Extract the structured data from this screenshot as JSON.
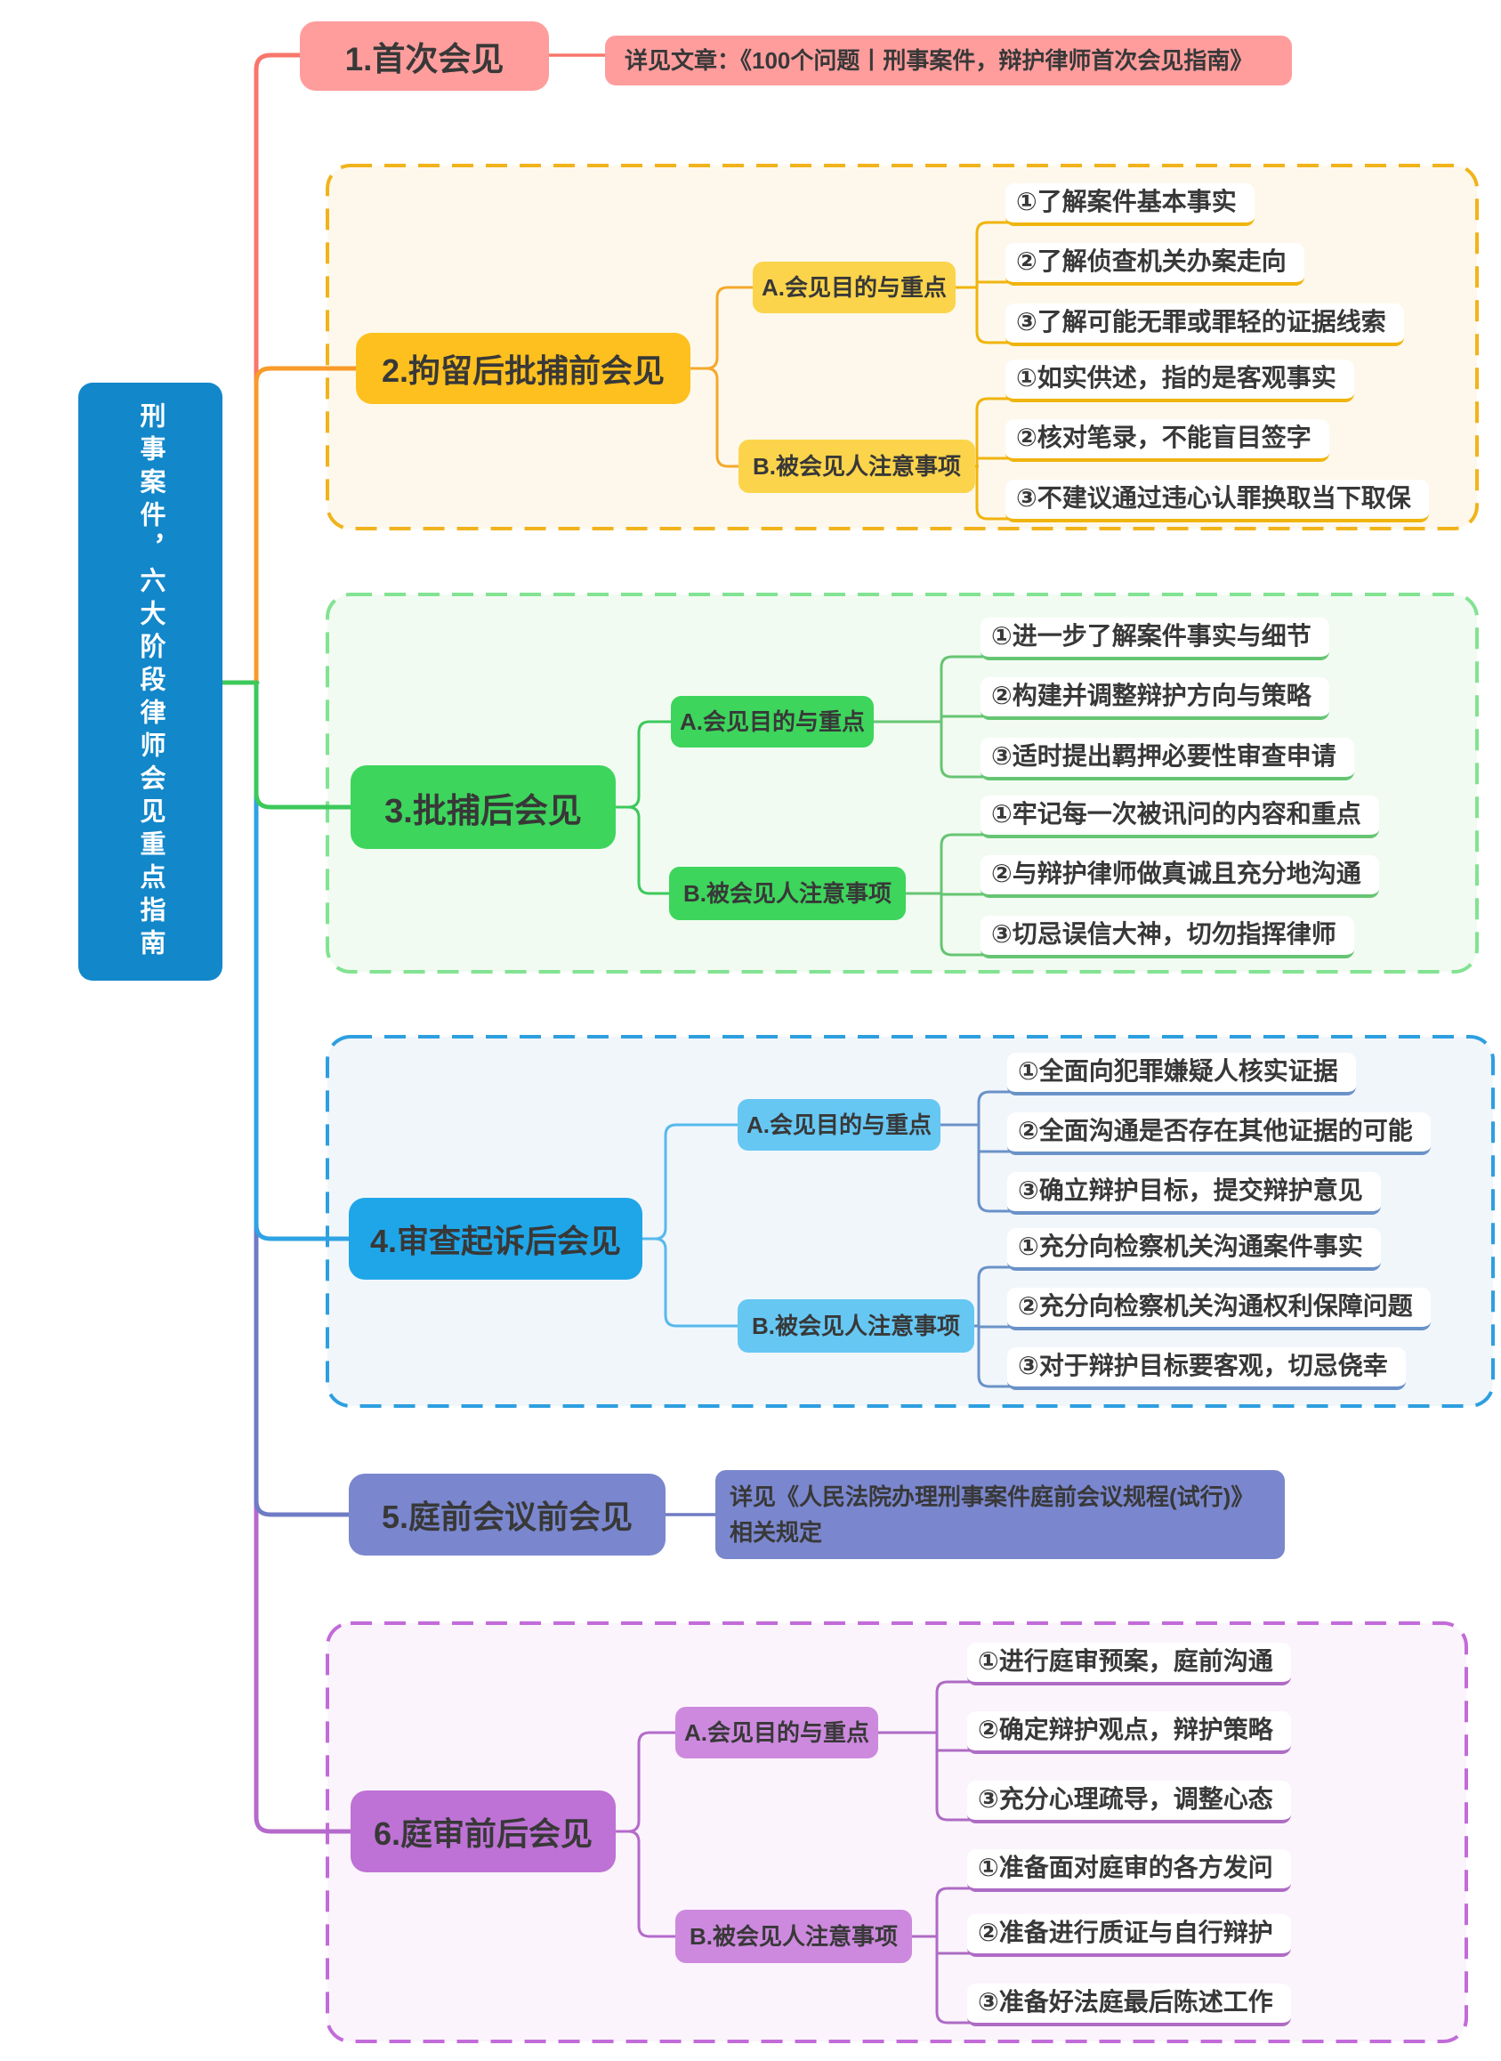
{
  "root": {
    "title": "刑事案件，六大阶段律师会见重点指南",
    "color": "#1287CA"
  },
  "colors": {
    "branch1": "#FF9D9D",
    "branch2_node": "#FDC01E",
    "branch2_section": "#FBD44B",
    "branch2_border": "#F1B31C",
    "branch2_bg": "#FDF8EB",
    "branch2_underline": "#F0B40E",
    "branch3_node": "#3DD55C",
    "branch3_border": "#82E392",
    "branch3_bg": "#F2FBF2",
    "branch3_underline": "#66C573",
    "branch4_node": "#1FA6E8",
    "branch4_section": "#66C7F3",
    "branch4_border": "#2D9FE0",
    "branch4_bg": "#F1F6FB",
    "branch4_underline": "#6A92C8",
    "branch5_node": "#7A86CD",
    "branch6_node": "#BE72D5",
    "branch6_section": "#CD89DE",
    "branch6_border": "#C26BD9",
    "branch6_bg": "#FBF4FC",
    "branch6_underline": "#AE6BC4"
  },
  "branches": [
    {
      "label": "1.首次会见",
      "note": "详见文章：《100个问题丨刑事案件，辩护律师首次会见指南》"
    },
    {
      "label": "2.拘留后批捕前会见",
      "sections": [
        {
          "label": "A.会见目的与重点",
          "items": [
            "①了解案件基本事实",
            "②了解侦查机关办案走向",
            "③了解可能无罪或罪轻的证据线索"
          ]
        },
        {
          "label": "B.被会见人注意事项",
          "items": [
            "①如实供述，指的是客观事实",
            "②核对笔录，不能盲目签字",
            "③不建议通过违心认罪换取当下取保"
          ]
        }
      ]
    },
    {
      "label": "3.批捕后会见",
      "sections": [
        {
          "label": "A.会见目的与重点",
          "items": [
            "①进一步了解案件事实与细节",
            "②构建并调整辩护方向与策略",
            "③适时提出羁押必要性审查申请"
          ]
        },
        {
          "label": "B.被会见人注意事项",
          "items": [
            "①牢记每一次被讯问的内容和重点",
            "②与辩护律师做真诚且充分地沟通",
            "③切忌误信大神，切勿指挥律师"
          ]
        }
      ]
    },
    {
      "label": "4.审查起诉后会见",
      "sections": [
        {
          "label": "A.会见目的与重点",
          "items": [
            "①全面向犯罪嫌疑人核实证据",
            "②全面沟通是否存在其他证据的可能",
            "③确立辩护目标，提交辩护意见"
          ]
        },
        {
          "label": "B.被会见人注意事项",
          "items": [
            "①充分向检察机关沟通案件事实",
            "②充分向检察机关沟通权利保障问题",
            "③对于辩护目标要客观，切忌侥幸"
          ]
        }
      ]
    },
    {
      "label": "5.庭前会议前会见",
      "note": "详见《人民法院办理刑事案件庭前会议规程(试行)》相关规定"
    },
    {
      "label": "6.庭审前后会见",
      "sections": [
        {
          "label": "A.会见目的与重点",
          "items": [
            "①进行庭审预案，庭前沟通",
            "②确定辩护观点，辩护策略",
            "③充分心理疏导，调整心态"
          ]
        },
        {
          "label": "B.被会见人注意事项",
          "items": [
            "①准备面对庭审的各方发问",
            "②准备进行质证与自行辩护",
            "③准备好法庭最后陈述工作"
          ]
        }
      ]
    }
  ]
}
